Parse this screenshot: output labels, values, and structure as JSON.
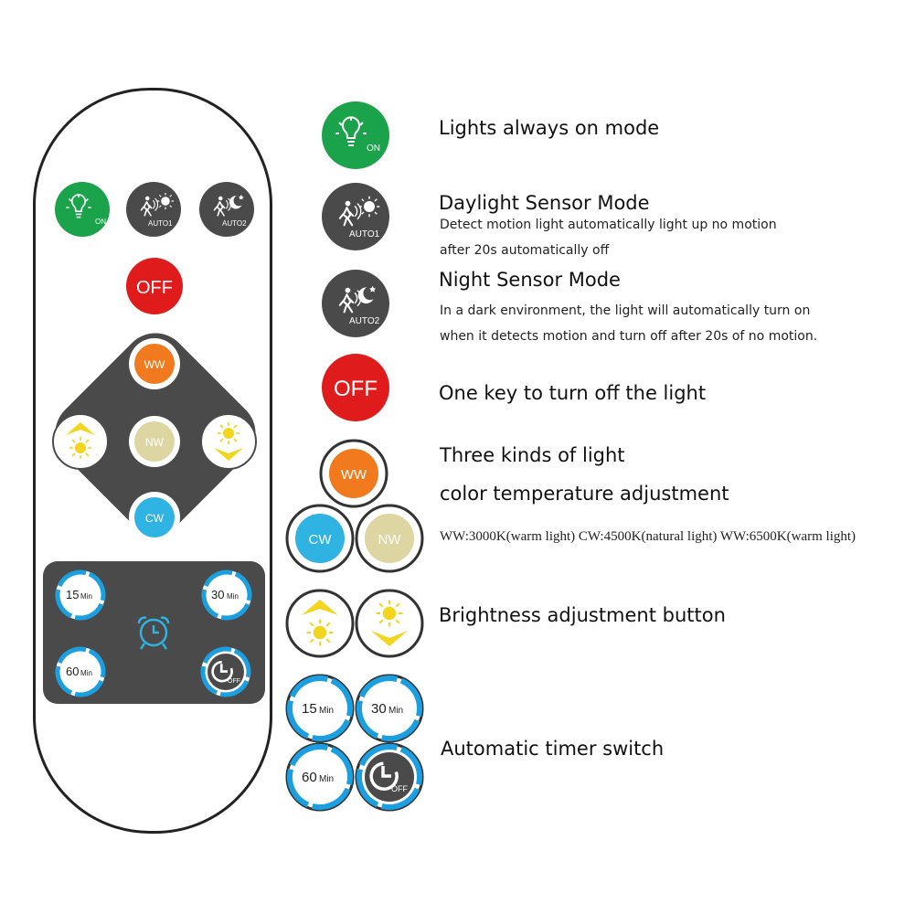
{
  "remote": {
    "mode_buttons": {
      "on": "ON",
      "auto1": "AUTO1",
      "auto2": "AUTO2"
    },
    "off_label": "OFF",
    "color_buttons": {
      "ww": "WW",
      "nw": "NW",
      "cw": "CW"
    },
    "timer_buttons": {
      "t15": "15",
      "t30": "30",
      "t60": "60",
      "min_unit": "Min",
      "timer_off": "OFF"
    }
  },
  "legend": {
    "always_on": {
      "title": "Lights always on mode"
    },
    "daylight": {
      "title": "Daylight Sensor Mode",
      "line1": "Detect motion light automatically light up no motion",
      "line2": "after 20s automatically off"
    },
    "night": {
      "title": "Night Sensor Mode",
      "line1": "In a dark environment, the light will automatically turn on",
      "line2": "when it detects motion and turn off after 20s of no motion."
    },
    "off": {
      "title": "One key to turn off the light"
    },
    "color": {
      "title1": "Three kinds of light",
      "title2": "color temperature adjustment",
      "detail": "WW:3000K(warm light) CW:4500K(natural light) WW:6500K(warm light)"
    },
    "brightness": {
      "title": "Brightness adjustment button"
    },
    "timer": {
      "title": "Automatic timer switch"
    }
  },
  "colors": {
    "green": "#1aa34a",
    "dark_gray": "#4a4a4a",
    "red": "#e01b1b",
    "orange": "#f07a1d",
    "beige": "#ddd6a3",
    "cyan": "#2fb3e3",
    "yellow": "#f2d51c",
    "timer_blue": "#1c9fe0"
  }
}
